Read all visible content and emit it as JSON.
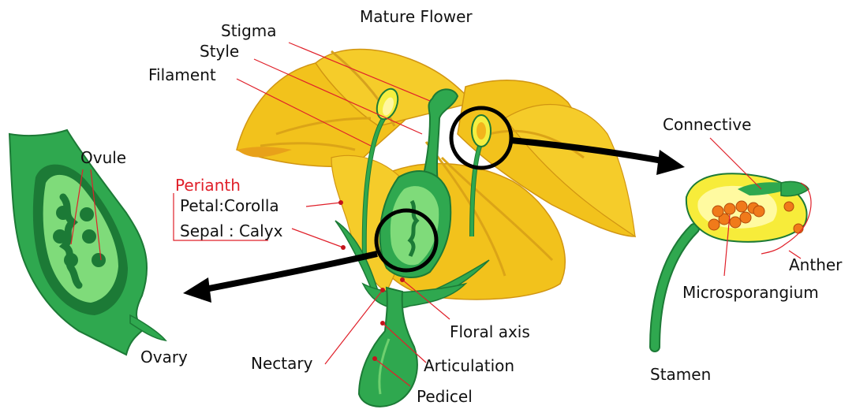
{
  "diagram": {
    "title": "Mature Flower",
    "labels": {
      "stigma": "Stigma",
      "style": "Style",
      "filament": "Filament",
      "ovule": "Ovule",
      "perianth": "Perianth",
      "petal": "Petal:Corolla",
      "sepal": "Sepal : Calyx",
      "ovary": "Ovary",
      "nectary": "Nectary",
      "floral_axis": "Floral axis",
      "articulation": "Articulation",
      "pedicel": "Pedicel",
      "connective": "Connective",
      "anther": "Anther",
      "microsporangium": "Microsporangium",
      "stamen": "Stamen"
    },
    "colors": {
      "petal": "#f2c21c",
      "petal_dark": "#e3a514",
      "green": "#2fa84f",
      "green_dark": "#1c7a36",
      "green_light": "#6fd06f",
      "leader": "#e0202a",
      "pollen": "#f07a1a"
    }
  }
}
